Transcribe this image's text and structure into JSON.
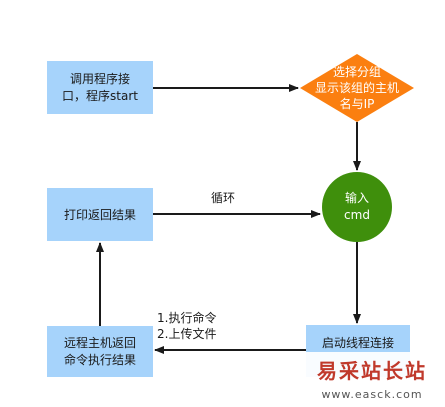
{
  "nodes": {
    "call_interface": {
      "line1": "调用程序接",
      "line2": "口，程序start"
    },
    "select_group": {
      "line1": "选择分组",
      "line2": "显示该组的主机",
      "line3": "名与IP"
    },
    "input_cmd": {
      "line1": "输入",
      "line2": "cmd"
    },
    "print_results": {
      "line1": "打印返回结果"
    },
    "remote_return": {
      "line1": "远程主机返回",
      "line2": "命令执行结果"
    },
    "start_threads": {
      "line1": "启动线程连接"
    }
  },
  "edges": {
    "loop_label": "循环",
    "exec_label_1": "1.执行命令",
    "exec_label_2": "2.上传文件"
  },
  "watermark": {
    "site_name": "易采站长站",
    "url": "www.easck.com"
  },
  "colors": {
    "box": "#a6d3fb",
    "diamond": "#fb7f10",
    "circle": "#3f8f0c",
    "arrow": "#1a1a1a"
  }
}
